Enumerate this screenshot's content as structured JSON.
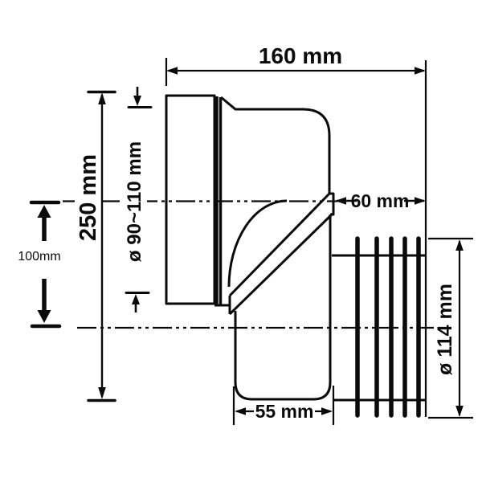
{
  "drawing": {
    "background": "#ffffff",
    "line_color": "#0a0a0a",
    "dims": {
      "total_width": {
        "label": "160 mm",
        "value": 160,
        "unit": "mm"
      },
      "total_height": {
        "label": "250 mm",
        "value": 250,
        "unit": "mm"
      },
      "inlet_diameter": {
        "label": "ø 90~110 mm",
        "min": 90,
        "max": 110,
        "unit": "mm"
      },
      "axis_offset": {
        "label": "100mm",
        "value": 100,
        "unit": "mm"
      },
      "outlet_stub": {
        "label": "60 mm",
        "value": 60,
        "unit": "mm"
      },
      "outlet_diameter": {
        "label": "ø 114 mm",
        "value": 114,
        "unit": "mm"
      },
      "sump_width": {
        "label": "55 mm",
        "value": 55,
        "unit": "mm"
      }
    }
  }
}
